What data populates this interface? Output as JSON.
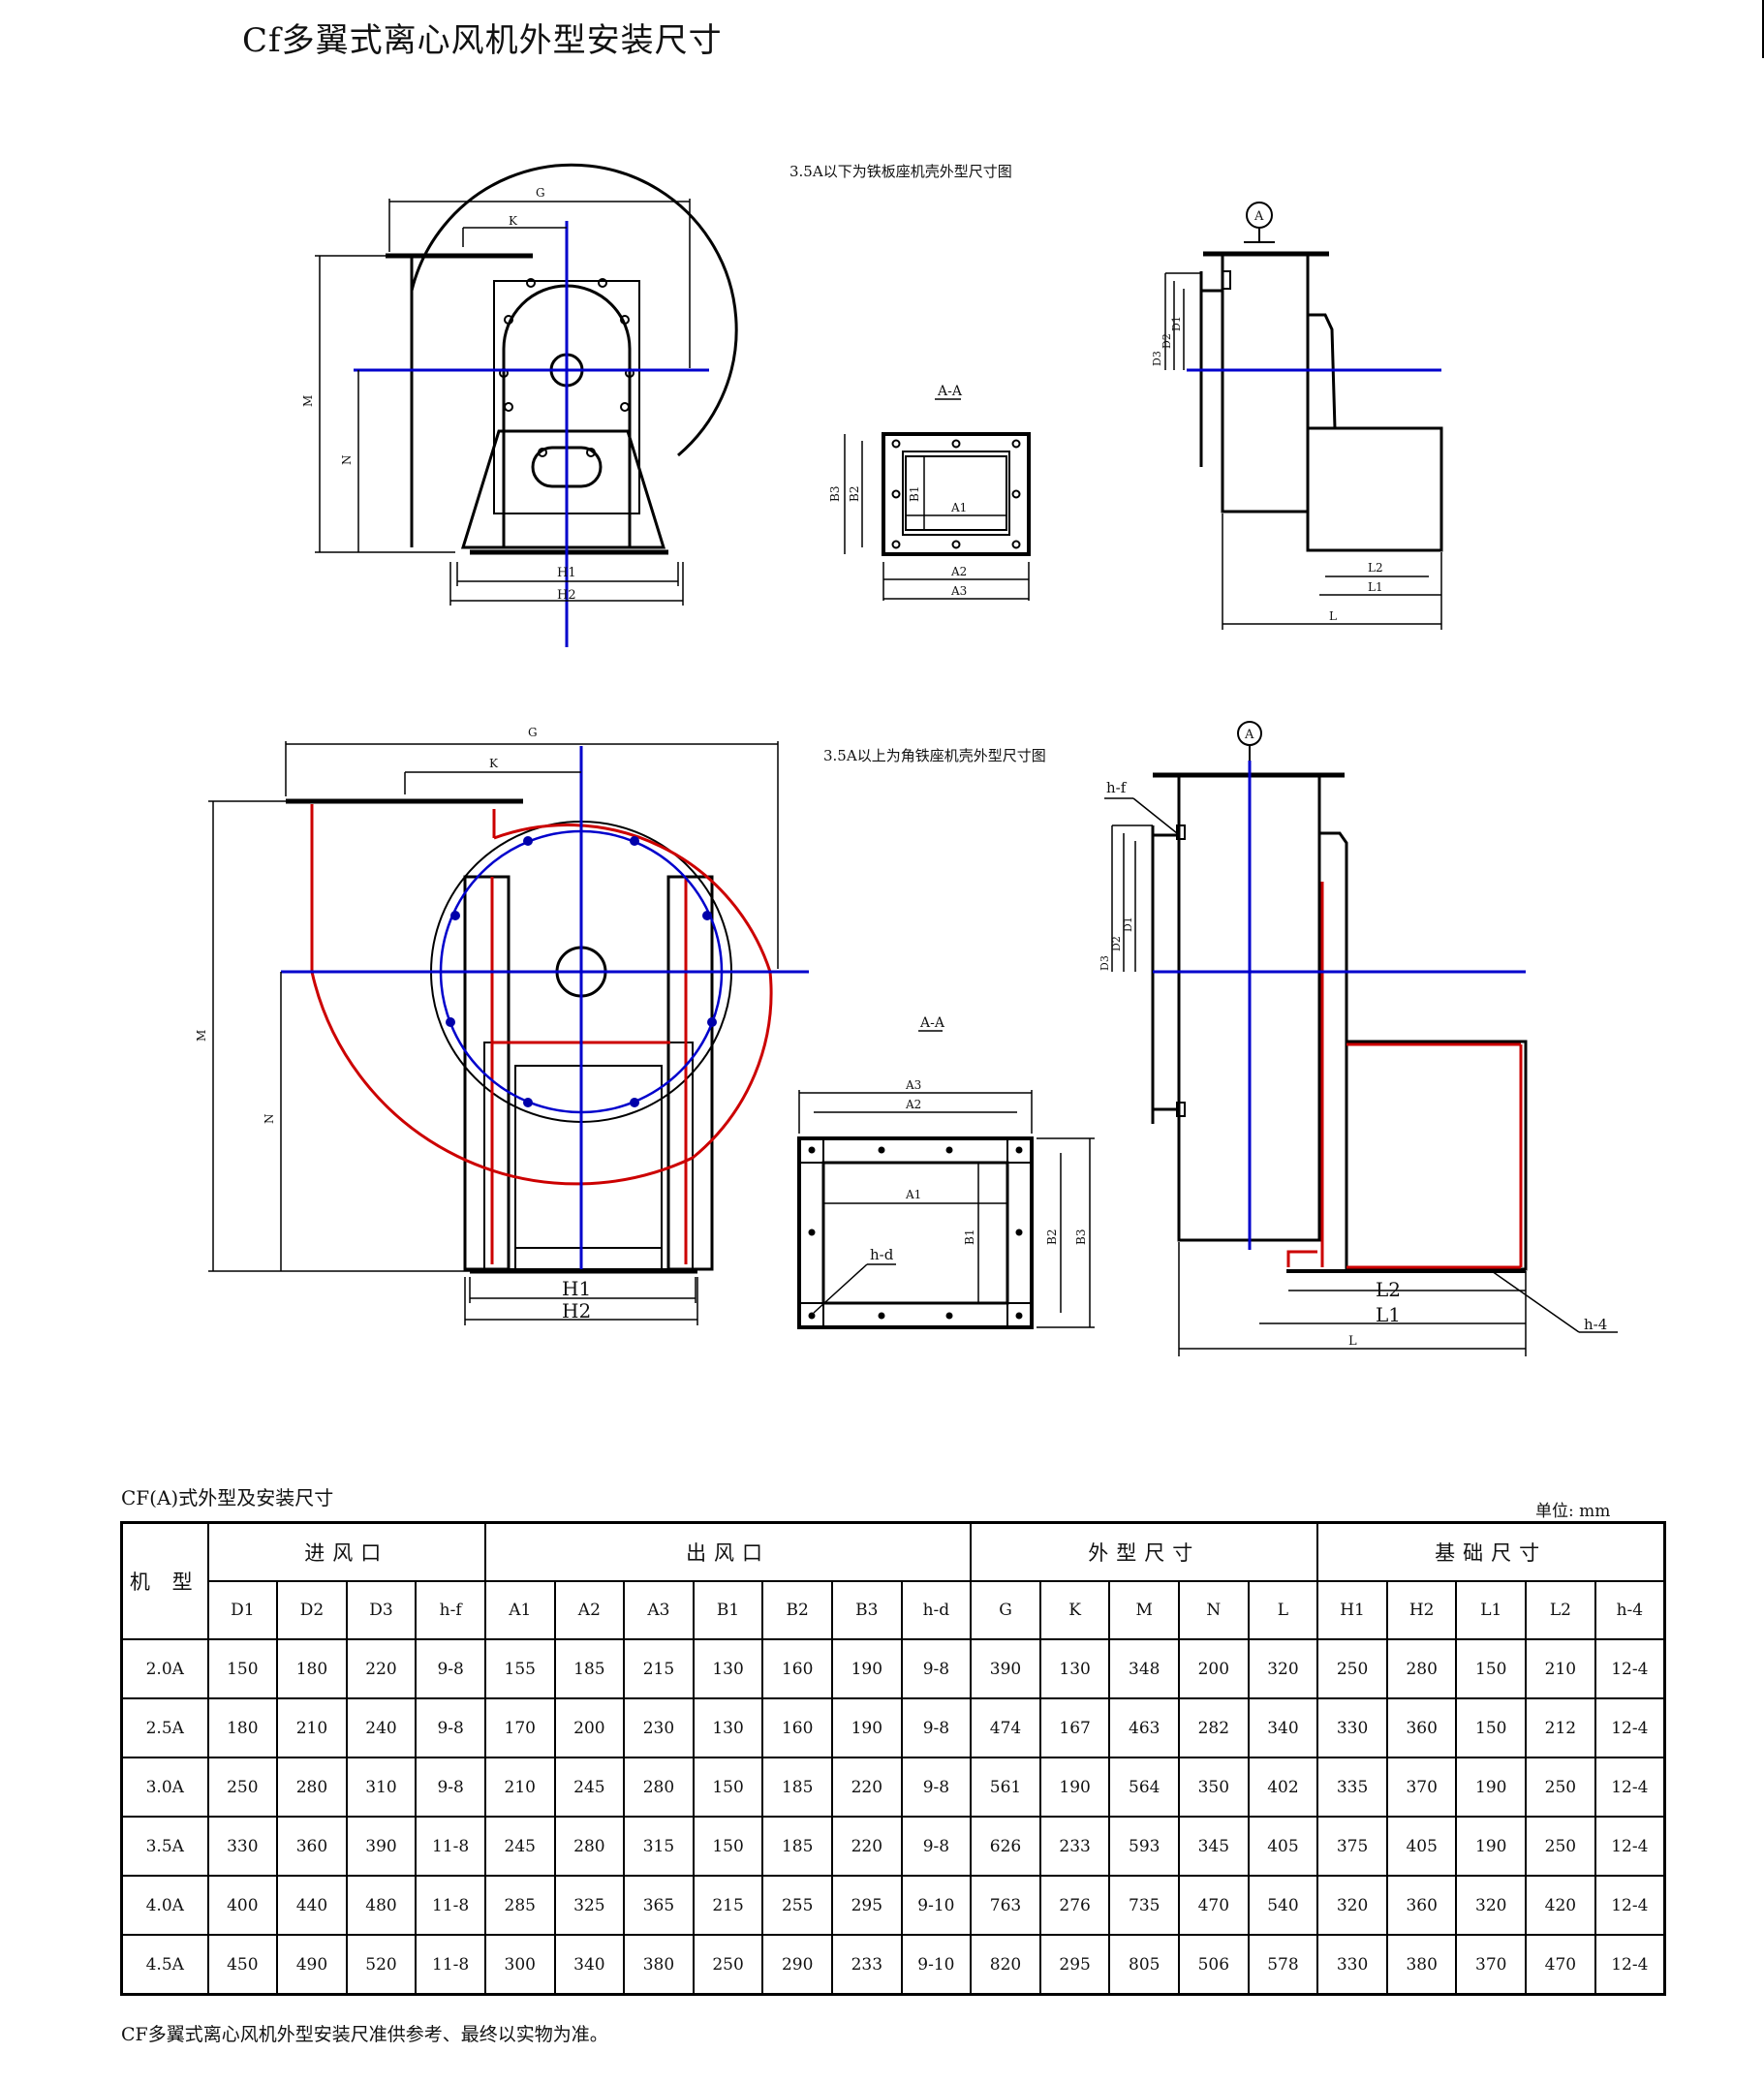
{
  "title": "Cf多翼式离心风机外型安装尺寸",
  "upper_caption": "3.5A以下为铁板座机壳外型尺寸图",
  "lower_caption": "3.5A以上为角铁座机壳外型尺寸图",
  "dim_labels": {
    "G": "G",
    "K": "K",
    "M": "M",
    "N": "N",
    "H1": "H1",
    "H2": "H2",
    "section": "A-A",
    "A1": "A1",
    "A2": "A2",
    "A3": "A3",
    "B1": "B1",
    "B2": "B2",
    "B3": "B3",
    "D1": "D1",
    "D2": "D2",
    "D3": "D3",
    "L": "L",
    "L1": "L1",
    "L2": "L2",
    "marker": "A",
    "hf": "h-f",
    "hd": "h-d",
    "h4": "h-4"
  },
  "table": {
    "caption": "CF(A)式外型及安装尺寸",
    "unit": "单位: mm",
    "model_header": "机 型",
    "groups": [
      "进风口",
      "出风口",
      "外型尺寸",
      "基础尺寸"
    ],
    "columns": [
      "D1",
      "D2",
      "D3",
      "h-f",
      "A1",
      "A2",
      "A3",
      "B1",
      "B2",
      "B3",
      "h-d",
      "G",
      "K",
      "M",
      "N",
      "L",
      "H1",
      "H2",
      "L1",
      "L2",
      "h-4"
    ],
    "rows": [
      [
        "2.0A",
        "150",
        "180",
        "220",
        "9-8",
        "155",
        "185",
        "215",
        "130",
        "160",
        "190",
        "9-8",
        "390",
        "130",
        "348",
        "200",
        "320",
        "250",
        "280",
        "150",
        "210",
        "12-4"
      ],
      [
        "2.5A",
        "180",
        "210",
        "240",
        "9-8",
        "170",
        "200",
        "230",
        "130",
        "160",
        "190",
        "9-8",
        "474",
        "167",
        "463",
        "282",
        "340",
        "330",
        "360",
        "150",
        "212",
        "12-4"
      ],
      [
        "3.0A",
        "250",
        "280",
        "310",
        "9-8",
        "210",
        "245",
        "280",
        "150",
        "185",
        "220",
        "9-8",
        "561",
        "190",
        "564",
        "350",
        "402",
        "335",
        "370",
        "190",
        "250",
        "12-4"
      ],
      [
        "3.5A",
        "330",
        "360",
        "390",
        "11-8",
        "245",
        "280",
        "315",
        "150",
        "185",
        "220",
        "9-8",
        "626",
        "233",
        "593",
        "345",
        "405",
        "375",
        "405",
        "190",
        "250",
        "12-4"
      ],
      [
        "4.0A",
        "400",
        "440",
        "480",
        "11-8",
        "285",
        "325",
        "365",
        "215",
        "255",
        "295",
        "9-10",
        "763",
        "276",
        "735",
        "470",
        "540",
        "320",
        "360",
        "320",
        "420",
        "12-4"
      ],
      [
        "4.5A",
        "450",
        "490",
        "520",
        "11-8",
        "300",
        "340",
        "380",
        "250",
        "290",
        "233",
        "9-10",
        "820",
        "295",
        "805",
        "506",
        "578",
        "330",
        "380",
        "370",
        "470",
        "12-4"
      ]
    ]
  },
  "footnote": "CF多翼式离心风机外型安装尺准供参考、最终以实物为准。",
  "colors": {
    "line": "#000000",
    "centerline": "#0000cc",
    "housing_red": "#cc0000"
  }
}
